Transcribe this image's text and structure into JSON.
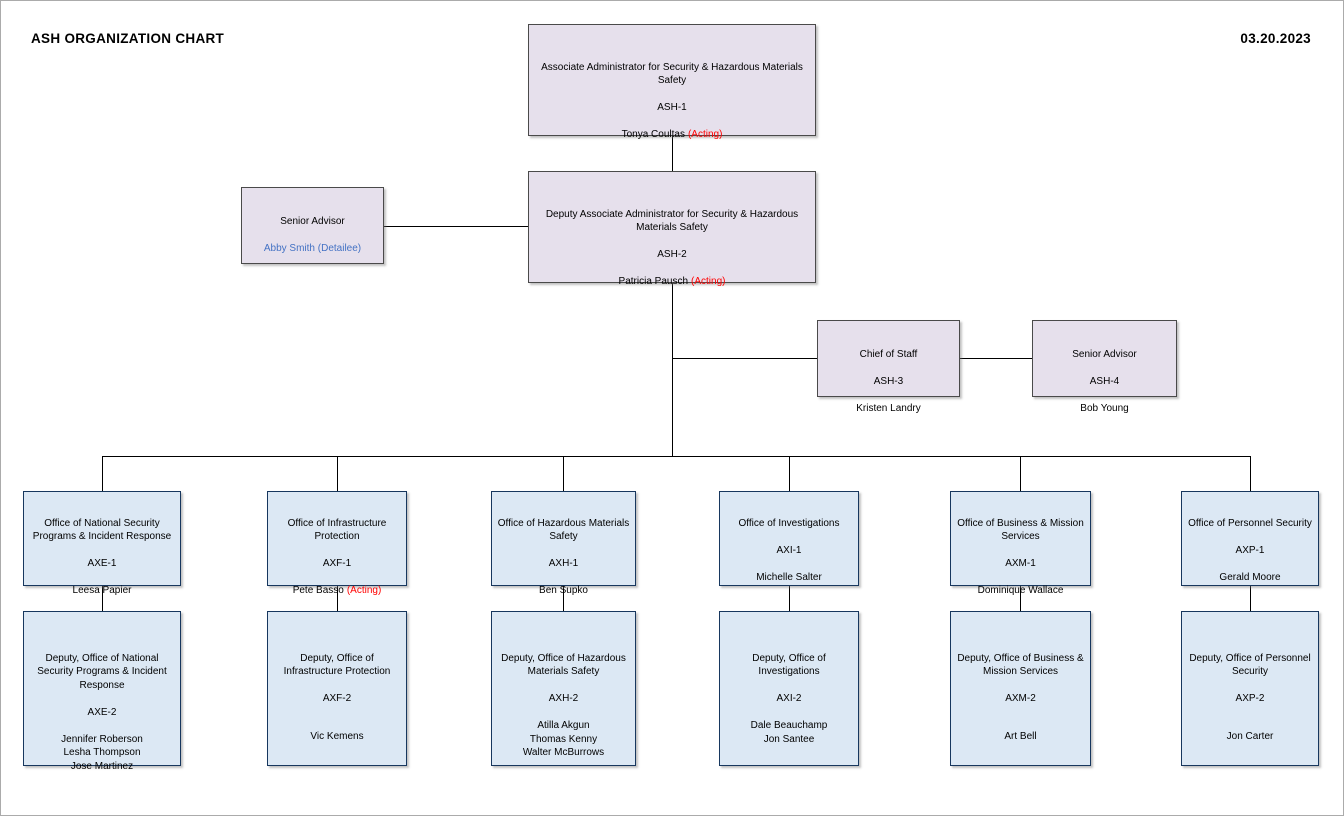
{
  "page": {
    "title": "ASH ORGANIZATION CHART",
    "date": "03.20.2023"
  },
  "colors": {
    "executive_fill": "#E6E0EC",
    "executive_border": "#4A4A4A",
    "office_fill": "#DCE8F4",
    "office_border": "#17375E",
    "acting_red": "#FF0000",
    "detailee_blue": "#4472C4",
    "connector": "#000000"
  },
  "executive": {
    "ash1": {
      "title": "Associate Administrator for Security & Hazardous Materials Safety",
      "code": "ASH-1",
      "name": "Tonya Coultas",
      "acting": "(Acting)"
    },
    "ash2": {
      "title": "Deputy Associate Administrator for Security & Hazardous Materials Safety",
      "code": "ASH-2",
      "name": "Patricia Pausch",
      "acting": "(Acting)"
    },
    "senior_advisor": {
      "title": "Senior Advisor",
      "name": "Abby Smith (Detailee)"
    },
    "chief_of_staff": {
      "title": "Chief of Staff",
      "code": "ASH-3",
      "name": "Kristen Landry"
    },
    "senior_advisor_ash4": {
      "title": "Senior Advisor",
      "code": "ASH-4",
      "name": "Bob Young"
    }
  },
  "offices": [
    {
      "top": {
        "title": "Office of National Security Programs & Incident Response",
        "code": "AXE-1",
        "names": [
          "Leesa Papier"
        ]
      },
      "bottom": {
        "title": "Deputy, Office of National Security Programs & Incident Response",
        "code": "AXE-2",
        "names": [
          "Jennifer Roberson",
          "Lesha Thompson",
          "Jose Martinez"
        ]
      }
    },
    {
      "top": {
        "title": "Office of Infrastructure Protection",
        "code": "AXF-1",
        "names": [
          "Pete Basso"
        ],
        "acting": "(Acting)"
      },
      "bottom": {
        "title": "Deputy, Office of Infrastructure Protection",
        "code": "AXF-2",
        "names": [
          "Vic Kemens"
        ]
      }
    },
    {
      "top": {
        "title": "Office of Hazardous Materials Safety",
        "code": "AXH-1",
        "names": [
          "Ben Supko"
        ]
      },
      "bottom": {
        "title": "Deputy, Office of Hazardous Materials Safety",
        "code": "AXH-2",
        "names": [
          "Atilla Akgun",
          "Thomas Kenny",
          "Walter McBurrows"
        ]
      }
    },
    {
      "top": {
        "title": "Office of Investigations",
        "code": "AXI-1",
        "names": [
          "Michelle Salter"
        ]
      },
      "bottom": {
        "title": "Deputy, Office of Investigations",
        "code": "AXI-2",
        "names": [
          "Dale Beauchamp",
          "Jon Santee"
        ]
      }
    },
    {
      "top": {
        "title": "Office of Business & Mission Services",
        "code": "AXM-1",
        "names": [
          "Dominique Wallace"
        ]
      },
      "bottom": {
        "title": "Deputy, Office of Business & Mission Services",
        "code": "AXM-2",
        "names": [
          "Art Bell"
        ]
      }
    },
    {
      "top": {
        "title": "Office of Personnel Security",
        "code": "AXP-1",
        "names": [
          "Gerald Moore"
        ]
      },
      "bottom": {
        "title": "Deputy, Office of Personnel Security",
        "code": "AXP-2",
        "names": [
          "Jon Carter"
        ]
      }
    }
  ]
}
